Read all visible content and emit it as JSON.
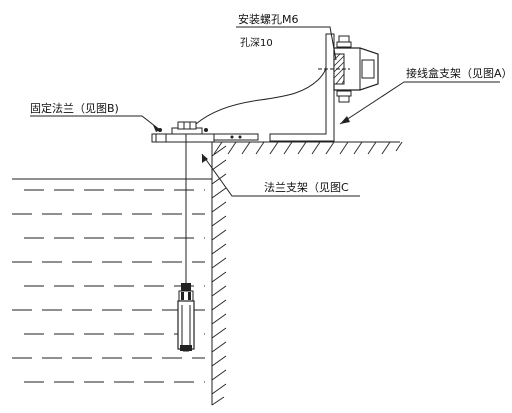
{
  "labels": {
    "mount_hole": "安装螺孔M6",
    "hole_depth": "孔深10",
    "fixed_flange": "固定法兰（见图B)",
    "junction_box_bracket": "接线盒支架（见图A）",
    "flange_bracket": "法兰支架（见图C"
  }
}
